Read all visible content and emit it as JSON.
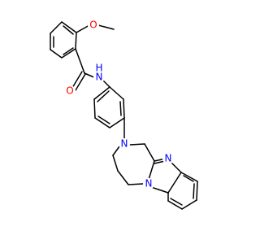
{
  "molecule": {
    "atoms": {
      "methoxy_carbon": "",
      "methoxy_oxygen": "O",
      "carbonyl_oxygen": "O",
      "amide_nitrogen": "N",
      "amide_hydrogen": "H",
      "diazepine_nitrogen": "N",
      "imidazole_imine_nitrogen": "N",
      "imidazole_bridge_nitrogen": "N"
    },
    "colors": {
      "bond": "#000000",
      "oxygen": "#ff0000",
      "nitrogen": "#0000ff"
    }
  }
}
